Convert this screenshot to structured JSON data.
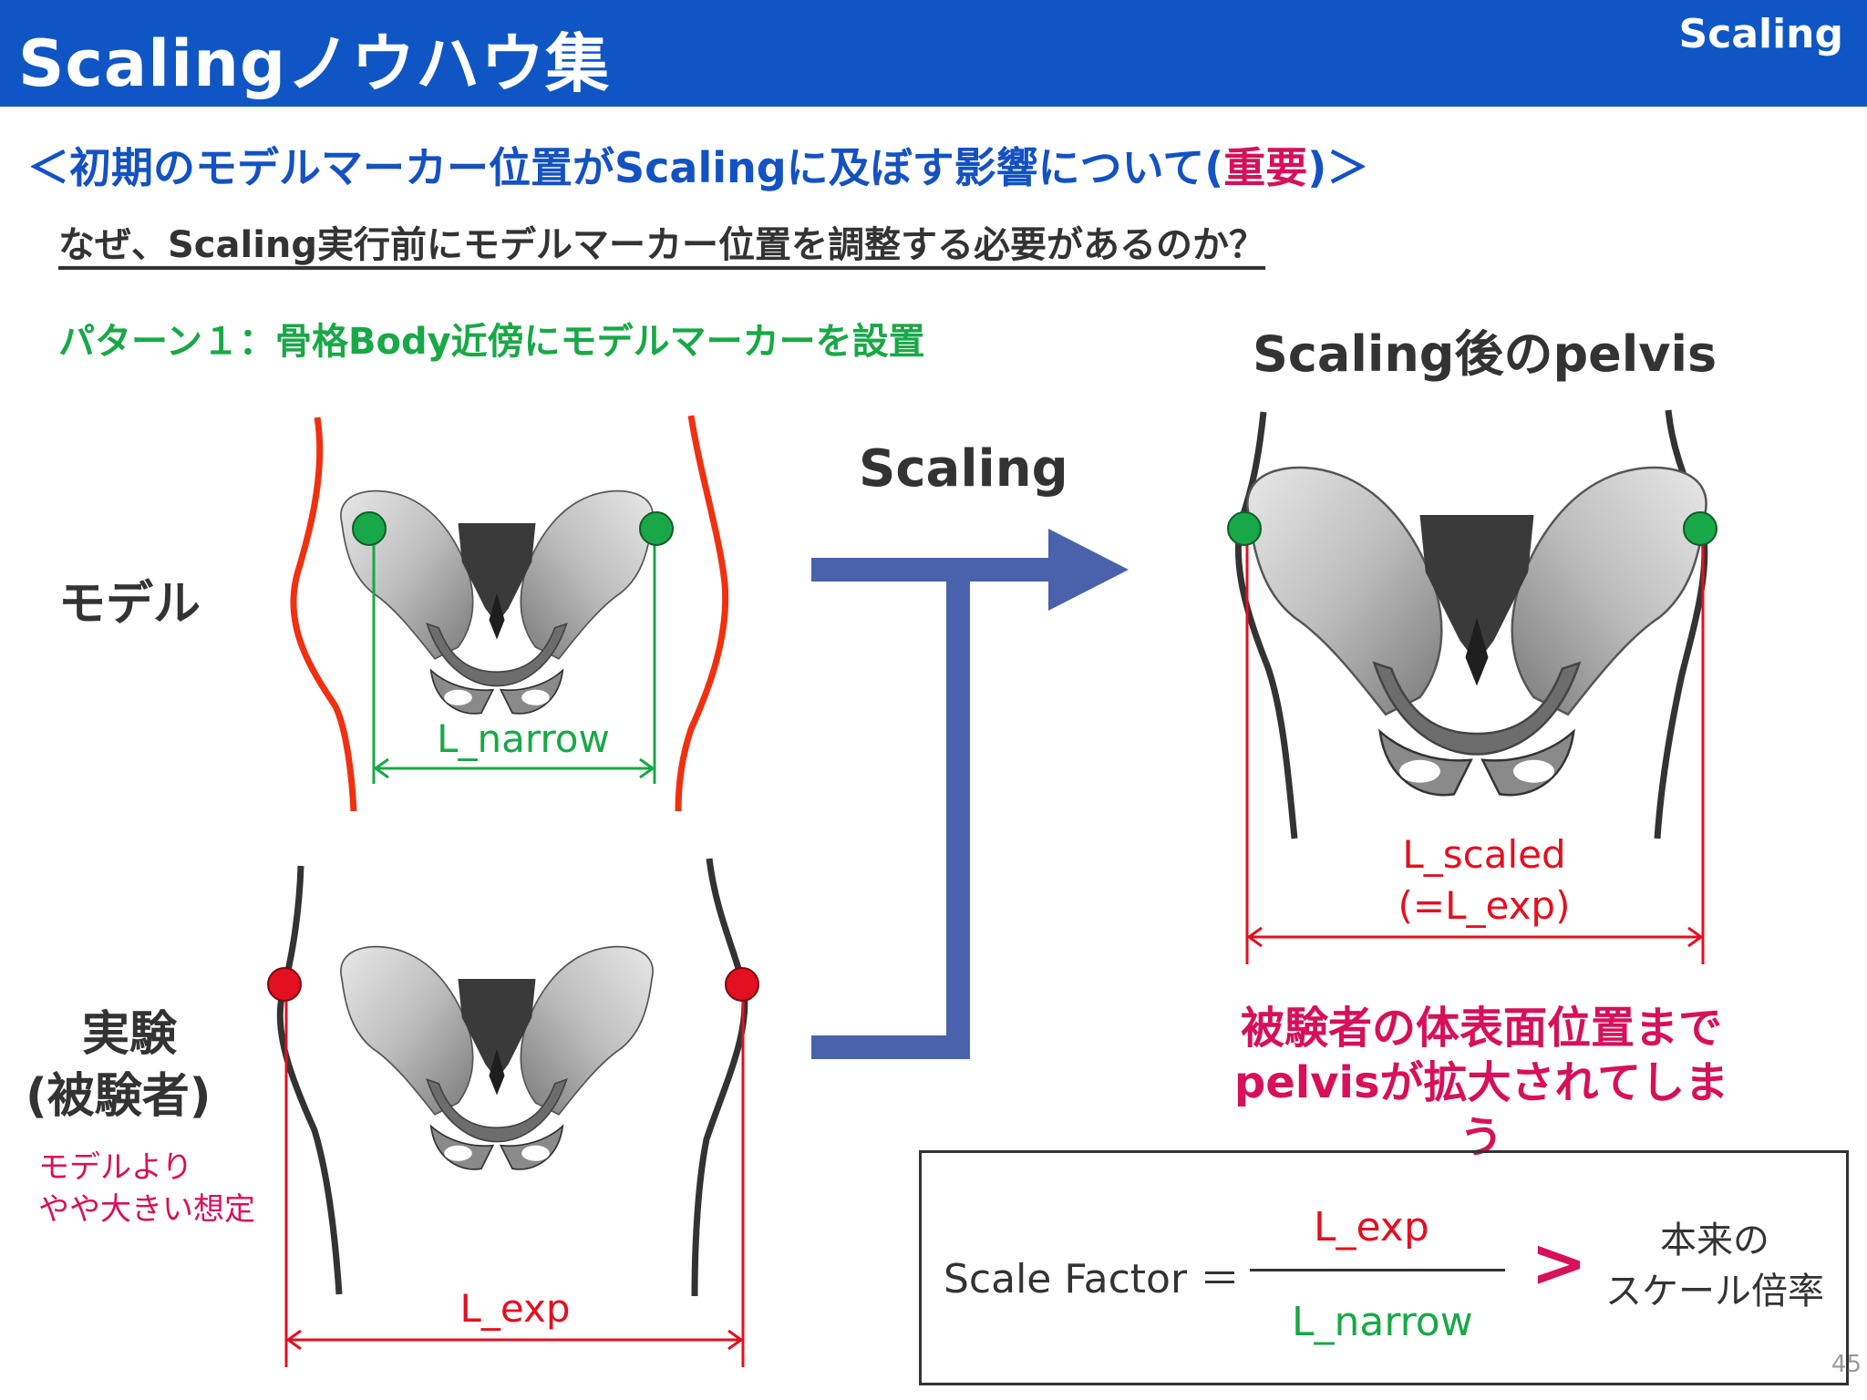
{
  "header": {
    "title": "Scalingノウハウ集",
    "tag": "Scaling"
  },
  "subtitle": {
    "prefix": "＜初期のモデルマーカー位置がScalingに及ぼす影響について(",
    "important": "重要",
    "suffix": ")＞"
  },
  "question": "なぜ、Scaling実行前にモデルマーカー位置を調整する必要があるのか？",
  "pattern": "パターン１：骨格Body近傍にモデルマーカーを設置",
  "after_title": "Scaling後のpelvis",
  "scaling_label": "Scaling",
  "labels": {
    "model": "モデル",
    "experiment_line1": "実験",
    "experiment_line2": "(被験者)",
    "note_line1": "モデルより",
    "note_line2": "やや大きい想定"
  },
  "dimensions": {
    "narrow": "L_narrow",
    "exp": "L_exp",
    "scaled_line1": "L_scaled",
    "scaled_line2": "(=L_exp)"
  },
  "result": {
    "line1": "被験者の体表面位置まで",
    "line2": "pelvisが拡大されてしまう"
  },
  "formula": {
    "label": "Scale Factor ＝",
    "numerator": "L_exp",
    "denominator": "L_narrow",
    "comparator": ">",
    "original_line1": "本来の",
    "original_line2": "スケール倍率"
  },
  "page_number": "45",
  "colors": {
    "header_blue": "#0f56c4",
    "accent_magenta": "#d6105a",
    "marker_green": "#19a847",
    "marker_red": "#e21020",
    "body_outline_orange": "#f0300f",
    "arrow_blue": "#4a62ab"
  }
}
